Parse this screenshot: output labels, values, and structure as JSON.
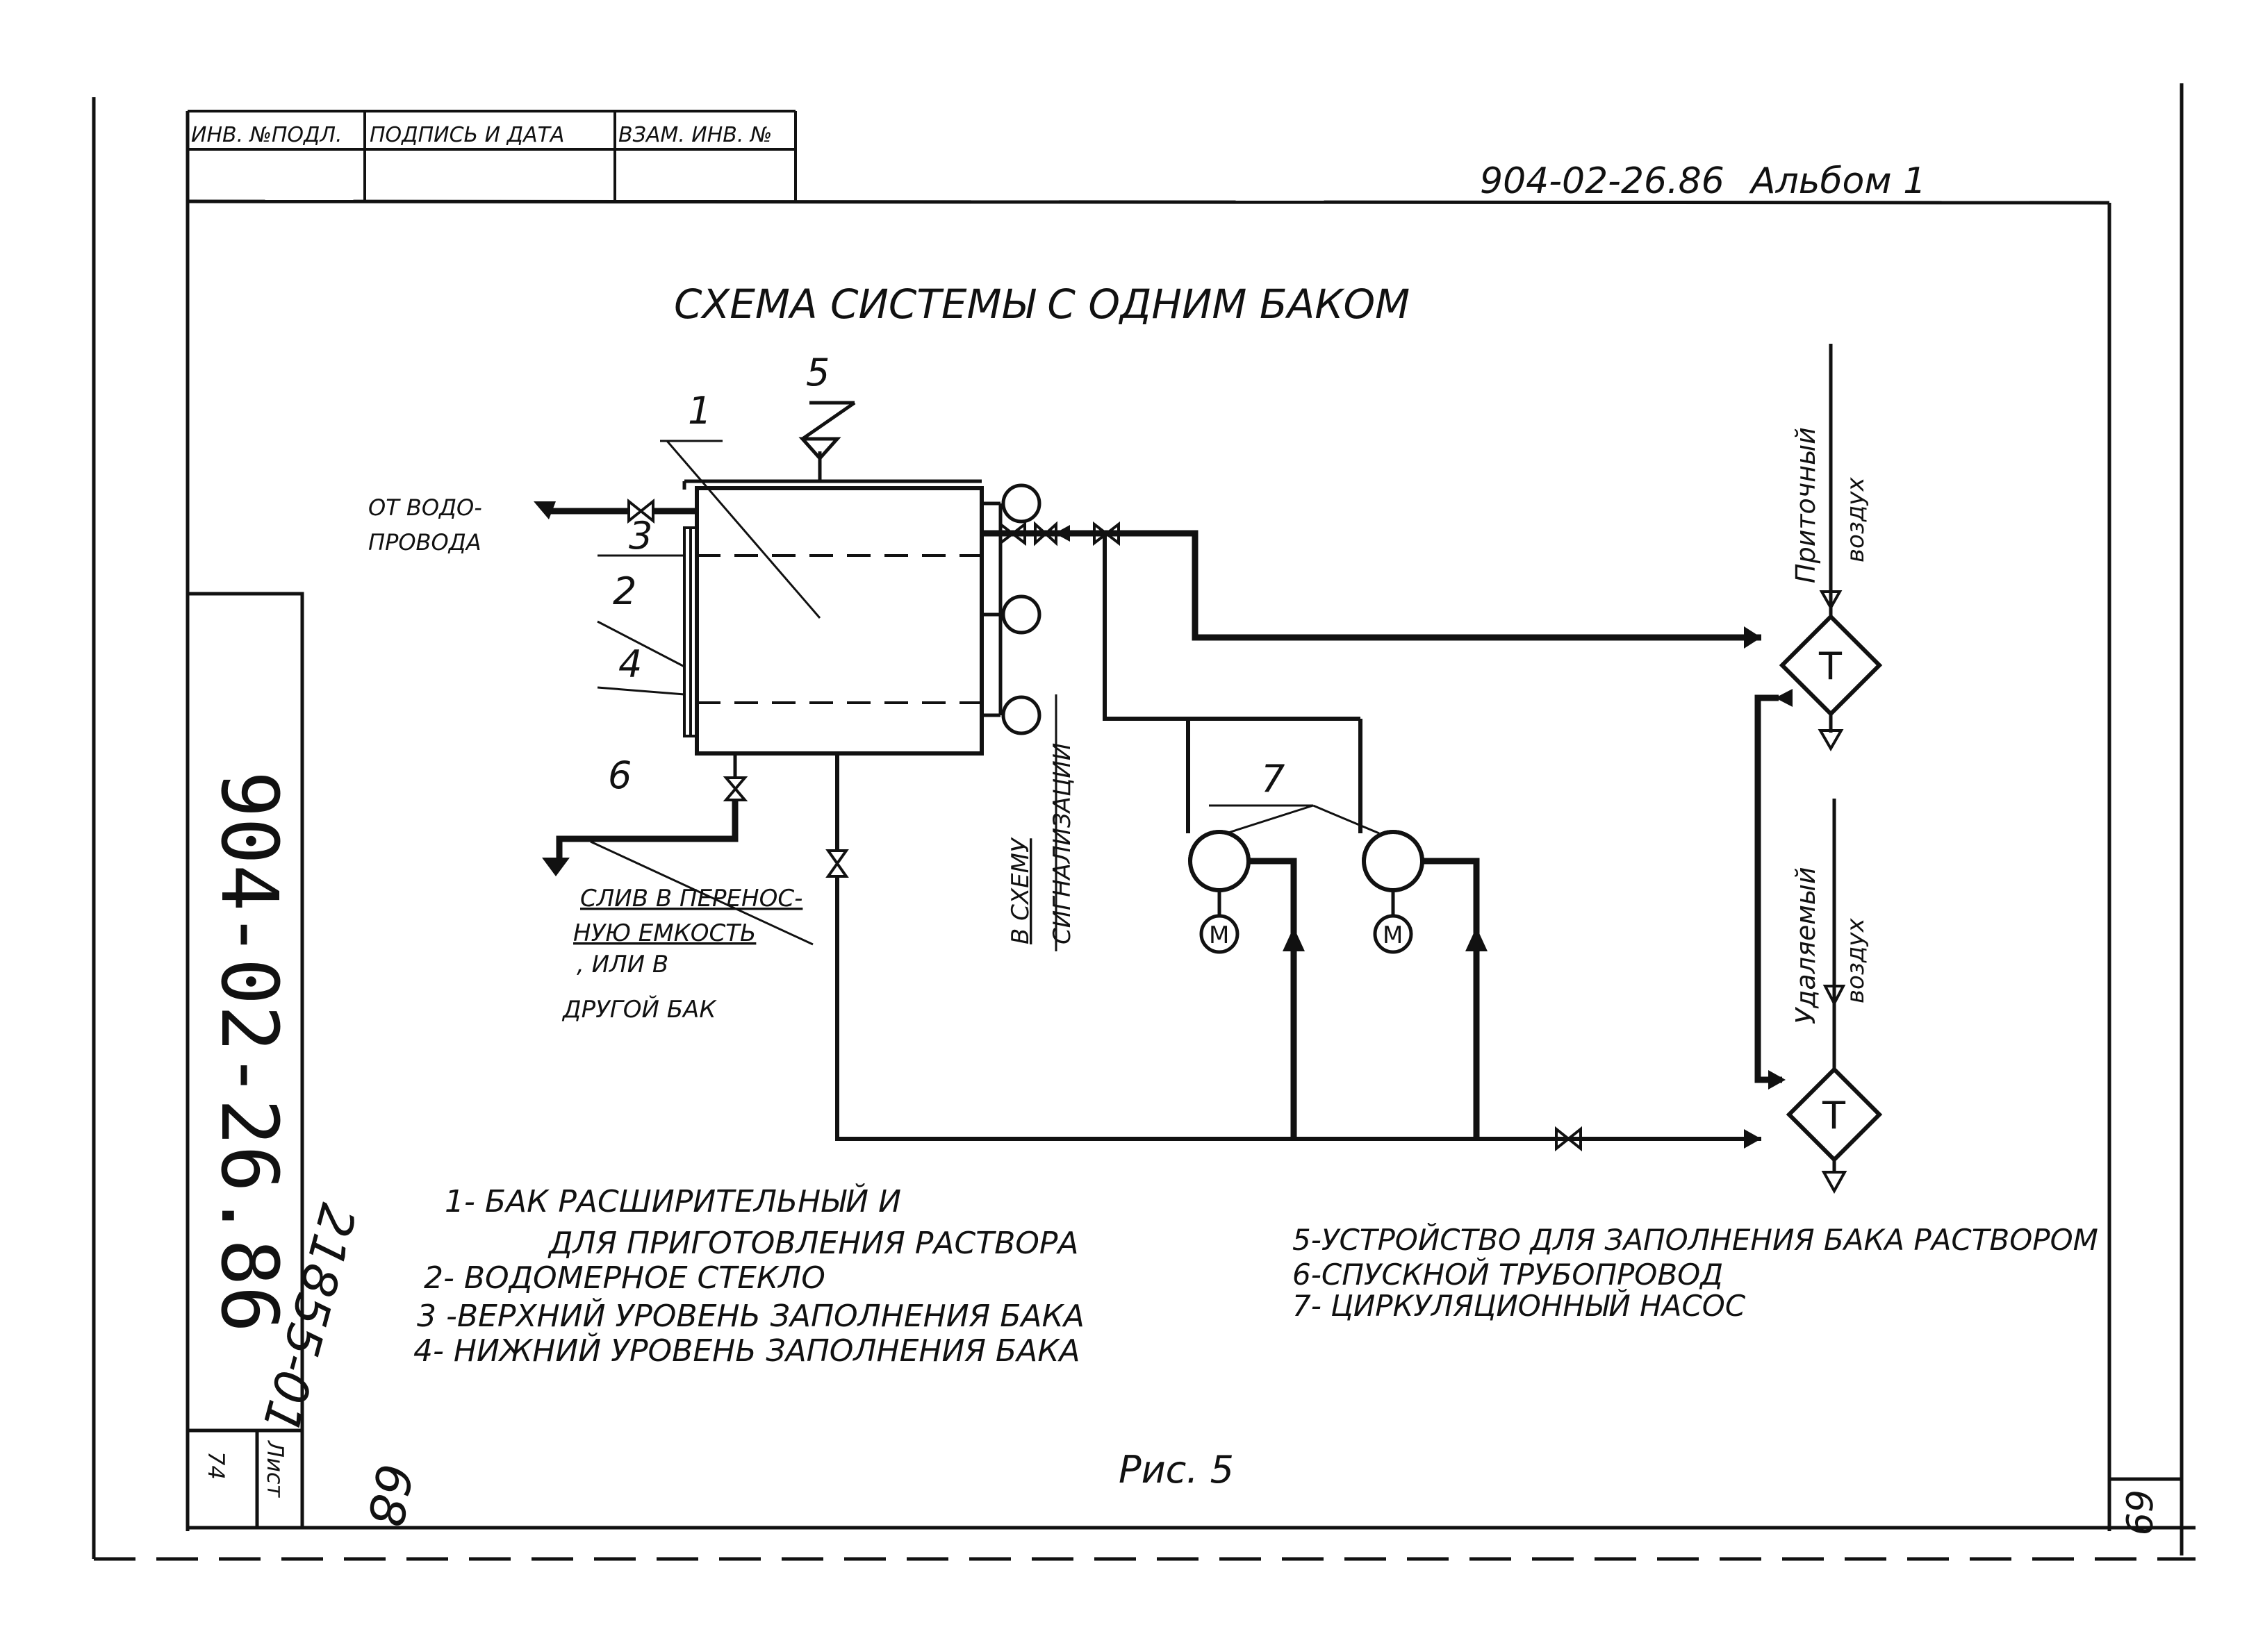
{
  "stamp": {
    "col1_header": "ИНВ. №ПОДЛ.",
    "col2_header": "ПОДПИСЬ И ДАТА",
    "col3_header": "ВЗАМ. ИНВ. №"
  },
  "header_code": "904-02-26.86",
  "album": "Альбом 1",
  "title": "СХЕМА СИСТЕМЫ С ОДНИМ БАКОМ",
  "callouts": [
    "1",
    "2",
    "3",
    "4",
    "5",
    "6",
    "7"
  ],
  "labels": {
    "water_line1": "ОТ ВОДО-",
    "water_line2": "ПРОВОДА",
    "drain_line1": "СЛИВ В ПЕРЕНОС-",
    "drain_line2": "НУЮ ЕМКОСТЬ",
    "drain_line3": ", ИЛИ В",
    "drain_line4": "ДРУГОЙ БАК",
    "signal_line1": "В СХЕМУ",
    "signal_line2": "СИГНАЛИЗАЦИИ",
    "supply_air_line1": "Приточный",
    "supply_air_line2": "воздух",
    "exhaust_air_line1": "Удаляемый",
    "exhaust_air_line2": "воздух",
    "heat_exchanger": "Т",
    "motor": "М"
  },
  "legend": [
    "1- БАК РАСШИРИТЕЛЬНЫЙ И",
    "ДЛЯ ПРИГОТОВЛЕНИЯ РАСТВОРА",
    "2- ВОДОМЕРНОЕ СТЕКЛО",
    "3 -ВЕРХНИЙ УРОВЕНЬ ЗАПОЛНЕНИЯ БАКА",
    "4- НИЖНИЙ УРОВЕНЬ ЗАПОЛНЕНИЯ БАКА",
    "5-УСТРОЙСТВО ДЛЯ ЗАПОЛНЕНИЯ БАКА РАСТВОРОМ",
    "6-СПУСКНОЙ ТРУБОПРОВОД",
    "7- ЦИРКУЛЯЦИОННЫЙ НАСОС"
  ],
  "figure_caption": "Рис. 5",
  "side_code": "904-02-26.86",
  "side_number": "21855-01",
  "page_small_left": "74",
  "page_small_label": "Лист",
  "page_handwritten": "68",
  "page_number_right": "69"
}
